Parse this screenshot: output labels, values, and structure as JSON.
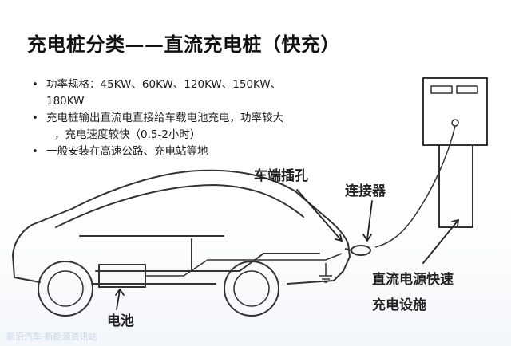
{
  "title": "充电桩分类——直流充电桩（快充）",
  "bullets": [
    {
      "line1": "功率规格：45KW、60KW、120KW、150KW、",
      "line2": "180KW"
    },
    {
      "line1": "充电桩输出直流电直接给车载电池充电，功率较大",
      "line2": "，充电速度较快（0.5-2小时）"
    },
    {
      "line1": "一般安装在高速公路、充电站等地"
    }
  ],
  "diagram_labels": {
    "port": "车端插孔",
    "connector": "连接器",
    "facility_line1": "直流电源快速",
    "facility_line2": "充电设施",
    "battery": "电池"
  },
  "watermark": "前沿汽车·新能源资讯站"
}
